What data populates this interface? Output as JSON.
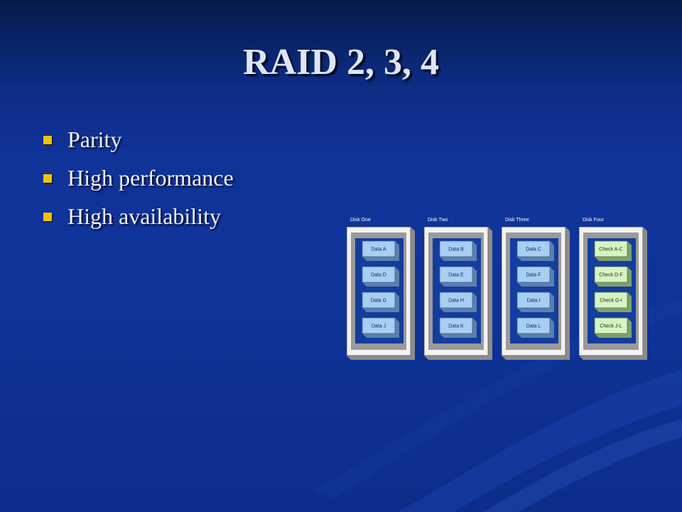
{
  "slide": {
    "title": "RAID 2, 3, 4",
    "bullets": [
      "Parity",
      "High performance",
      "High availability"
    ],
    "colors": {
      "background": "#10339a",
      "bullet_marker": "#f2c400",
      "data_block": "#a8cef4",
      "parity_block": "#d6f4c2"
    }
  },
  "diagram": {
    "disks": [
      {
        "label": "Disk One",
        "blocks": [
          "Data A",
          "Data D",
          "Data G",
          "Data J"
        ]
      },
      {
        "label": "Disk Two",
        "blocks": [
          "Data B",
          "Data E",
          "Data H",
          "Data K"
        ]
      },
      {
        "label": "Disk Three",
        "blocks": [
          "Data C",
          "Data F",
          "Data I",
          "Data L"
        ]
      },
      {
        "label": "Disk Four",
        "blocks": [
          "Check A-C",
          "Check D-F",
          "Check G-I",
          "Check J-L"
        ]
      }
    ]
  }
}
